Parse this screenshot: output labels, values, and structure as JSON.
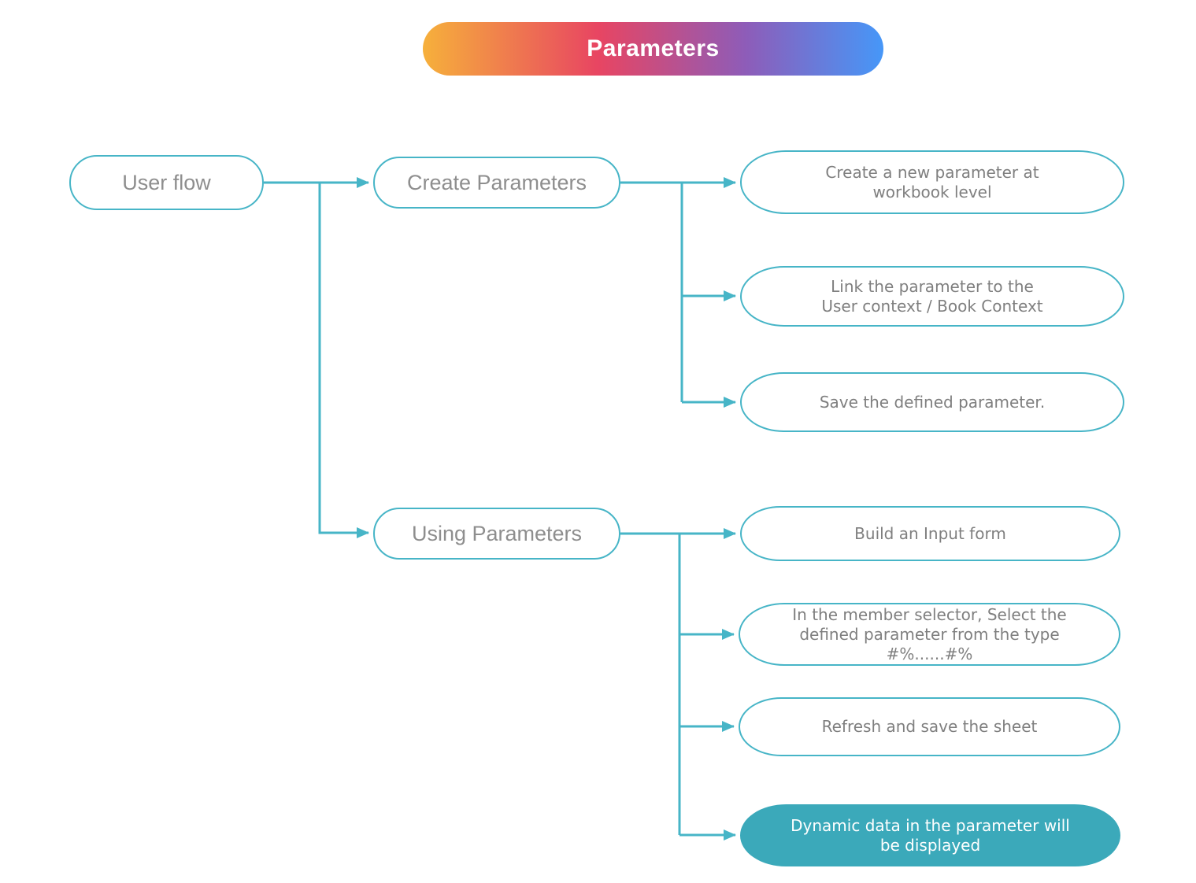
{
  "title": {
    "label": "Parameters"
  },
  "colors": {
    "connector_teal": "#47b5c7",
    "filled_node_teal": "#3ba9ba",
    "parent_node_text": "#8e8e8e",
    "child_node_text": "#7f7f7f",
    "title_text": "#ffffff",
    "title_gradient": [
      "#f6b03b",
      "#e84562",
      "#8e5cb8",
      "#4697f8"
    ]
  },
  "nodes": {
    "user_flow": {
      "label": "User flow"
    },
    "create_parameters": {
      "label": "Create Parameters"
    },
    "using_parameters": {
      "label": "Using Parameters"
    },
    "create_children": [
      {
        "label": "Create a new parameter at\nworkbook level"
      },
      {
        "label": "Link the parameter to the\nUser context / Book Context"
      },
      {
        "label": "Save the defined parameter."
      }
    ],
    "using_children": [
      {
        "label": "Build an Input form"
      },
      {
        "label": "In the member selector, Select  the\ndefined parameter from the type\n#%......#%"
      },
      {
        "label": "Refresh and save the sheet"
      },
      {
        "label": "Dynamic data in the parameter  will\nbe displayed"
      }
    ]
  }
}
